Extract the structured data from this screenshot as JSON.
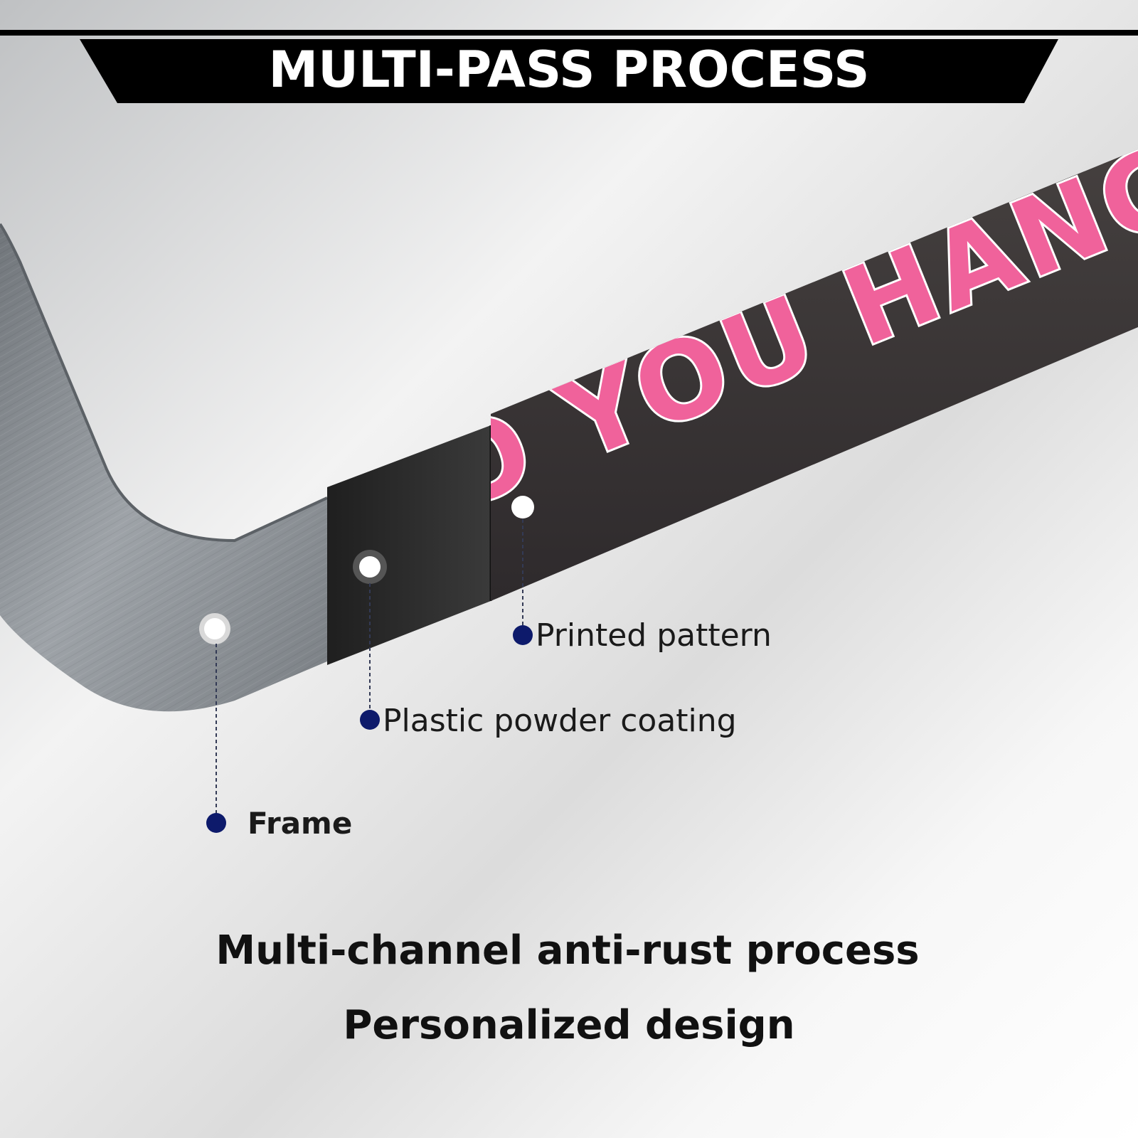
{
  "header": {
    "title": "MULTI-PASS PROCESS"
  },
  "product": {
    "printed_text": "O YOU HANG"
  },
  "callouts": [
    {
      "label": "Printed pattern"
    },
    {
      "label": "Plastic powder coating"
    },
    {
      "label": "Frame"
    }
  ],
  "footer": {
    "line1": "Multi-channel anti-rust process",
    "line2": "Personalized design"
  },
  "colors": {
    "banner": "#000000",
    "print_text": "#f0629b",
    "print_bg": "#3a3538",
    "coating": "#2b2b2b",
    "metal": "#8c9196",
    "marker": "#0d1a6b"
  }
}
